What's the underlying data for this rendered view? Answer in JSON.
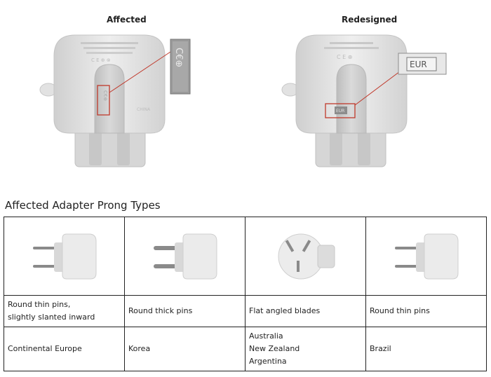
{
  "comparison": {
    "affected_title": "Affected",
    "redesigned_title": "Redesigned",
    "redesigned_callout": "EUR"
  },
  "table": {
    "heading": "Affected Adapter Prong Types",
    "columns": [
      {
        "pins_line1": "Round thin pins,",
        "pins_line2": "slightly slanted inward",
        "region": [
          "Continental Europe"
        ]
      },
      {
        "pins_line1": "Round thick pins",
        "pins_line2": "",
        "region": [
          "Korea"
        ]
      },
      {
        "pins_line1": "Flat angled blades",
        "pins_line2": "",
        "region": [
          "Australia",
          "New Zealand",
          "Argentina"
        ]
      },
      {
        "pins_line1": "Round thin pins",
        "pins_line2": "",
        "region": [
          "Brazil"
        ]
      }
    ]
  },
  "colors": {
    "callout_red": "#c0392b",
    "adapter_body": "#e6e6e6",
    "border": "#222222"
  }
}
